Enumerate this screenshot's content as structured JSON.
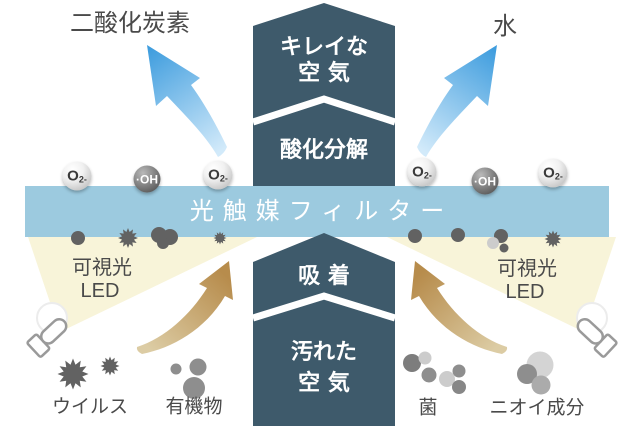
{
  "colors": {
    "banner": "#3e5a6b",
    "band": "#9ccadf",
    "cone": "#f8f4d9",
    "text_dark": "#4a4a4a",
    "blue_arrow_tail": "#d2eafa",
    "blue_arrow_head": "#3f9dde",
    "tan_arrow_tail": "#dccca4",
    "tan_arrow_head": "#b78c4c",
    "particle_dark": "#626262",
    "particle_mid": "#8e8e8e",
    "particle_light": "#cccccc"
  },
  "top": {
    "left_label": "二酸化炭素",
    "right_label": "水"
  },
  "banner": {
    "clean_air_line1": "キレイな",
    "clean_air_line2": "空気",
    "oxidation": "酸化分解",
    "adsorption": "吸着",
    "dirty_air_line1": "汚れた",
    "dirty_air_line2": "空気"
  },
  "filter": {
    "label": "光触媒フィルター"
  },
  "spheres": {
    "o2_main": "O",
    "o2_sub": "2-",
    "oh": "·OH"
  },
  "led": {
    "line1": "可視光",
    "line2": "LED"
  },
  "bottom": {
    "virus": "ウイルス",
    "organic": "有機物",
    "bacteria": "菌",
    "odor": "ニオイ成分"
  }
}
